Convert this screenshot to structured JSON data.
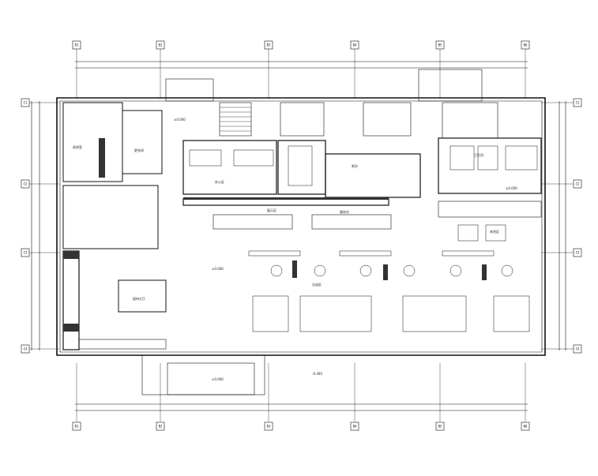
{
  "grid": {
    "top": [
      "B1",
      "B2",
      "B3",
      "B4",
      "B5",
      "B6"
    ],
    "bottom": [
      "B1",
      "B2",
      "B3",
      "B4",
      "B5",
      "B6"
    ],
    "left": [
      "C1",
      "C2",
      "C3",
      "C4"
    ],
    "right": [
      "C1",
      "C2",
      "C3",
      "C4"
    ]
  },
  "elevations": [
    "±0.000",
    "±0.000",
    "±0.000",
    "-0.300",
    "±0.000"
  ],
  "room_labels": [
    "接待大厅",
    "更衣间",
    "办公区",
    "洽谈区",
    "卫生间",
    "服务台",
    "休息区",
    "展示区",
    "贵宾室",
    "吧台"
  ],
  "colors": {
    "line": "#111111",
    "hatch": "#333333"
  }
}
